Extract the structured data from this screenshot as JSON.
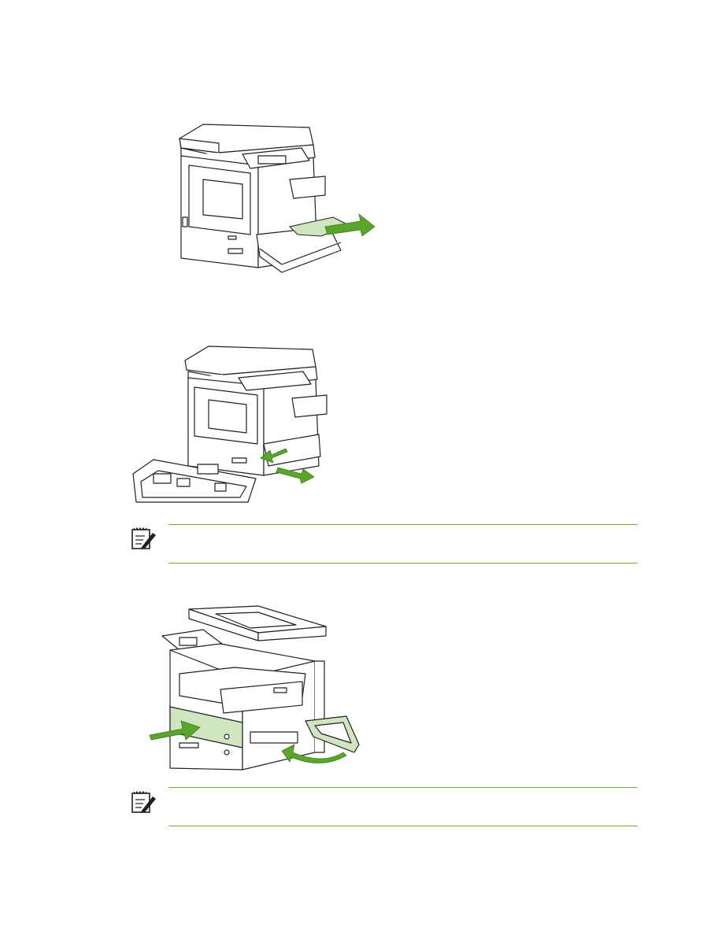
{
  "colors": {
    "accent": "#73b332",
    "arrow": "#5aa52b",
    "paper_highlight": "#cfe6c0",
    "line": "#231f20"
  },
  "figures": [
    {
      "name": "remove-jammed-paper-illustration",
      "icons": [
        "printer",
        "jammed-sheet",
        "pull-arrow"
      ]
    },
    {
      "name": "remove-tray-illustration",
      "icons": [
        "printer",
        "removed-tray",
        "pull-arrows"
      ]
    },
    {
      "name": "close-tray-and-door-illustration",
      "icons": [
        "printer",
        "tray-push-arrow",
        "door-close-arrow"
      ]
    }
  ],
  "notes": [
    {
      "icon": "note-icon"
    },
    {
      "icon": "note-icon"
    }
  ]
}
